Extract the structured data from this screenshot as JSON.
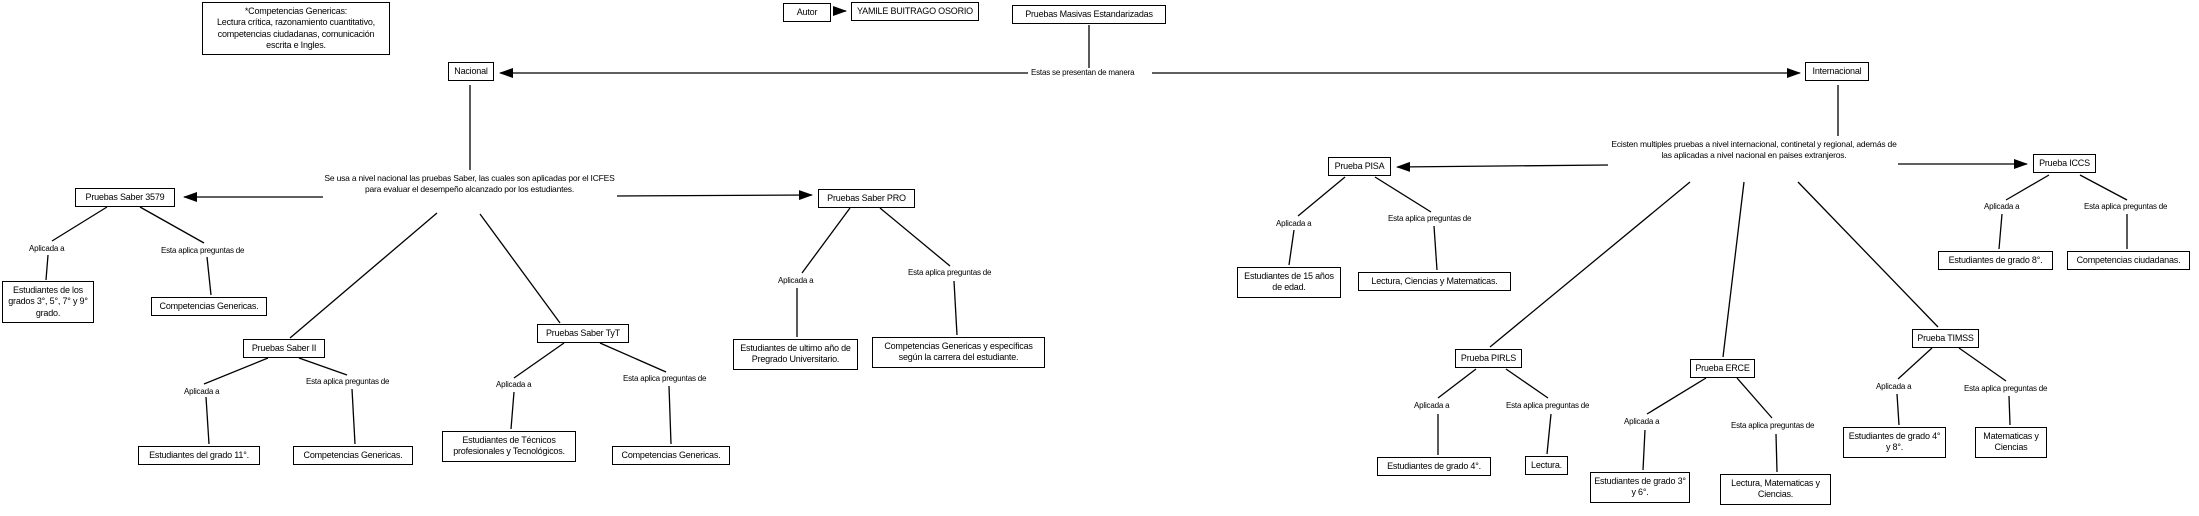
{
  "colors": {
    "ink": "#000000",
    "background": "#ffffff"
  },
  "note": "*Competencias Genericas:\nLectura crítica, razonamiento cuantitativo, competencias ciudadanas, comunicación escrita e Ingles.",
  "author": {
    "label": "Autor",
    "name": "YAMILE BUITRAGO OSORIO"
  },
  "root": "Pruebas Masivas Estandarizadas",
  "edge_labels": {
    "manner": "Estas se presentan de manera",
    "national_desc": "Se usa a nivel nacional las pruebas Saber, las cuales son aplicadas por el ICFES para evaluar el desempeño alcanzado por los estudiantes.",
    "international_desc": "Ecisten multiples pruebas a nivel internacional, continetal y regional, además de las aplicadas a nivel nacional en paises extranjeros.",
    "applied_to": "Aplicada a",
    "asks_about": "Esta aplica preguntas de"
  },
  "nodes": {
    "nacional": "Nacional",
    "internacional": "Internacional",
    "saber_3579": "Pruebas Saber 3579",
    "saber_3579_applied": "Estudiantes de los grados 3°, 5°, 7° y 9° grado.",
    "saber_3579_asks": "Competencias Genericas.",
    "saber_11": "Pruebas Saber II",
    "saber_11_applied": "Estudiantes del grado 11°.",
    "saber_11_asks": "Competencias Genericas.",
    "saber_tyt": "Pruebas Saber TyT",
    "saber_tyt_applied": "Estudiantes de Técnicos profesionales y Tecnológicos.",
    "saber_tyt_asks": "Competencias Genericas.",
    "saber_pro": "Pruebas Saber PRO",
    "saber_pro_applied": "Estudiantes de ultimo año de Pregrado Universitario.",
    "saber_pro_asks": "Competencias Genericas y específicas según la carrera del estudiante.",
    "pisa": "Prueba PISA",
    "pisa_applied": "Estudiantes de 15 años de edad.",
    "pisa_asks": "Lectura, Ciencias y Matematicas.",
    "iccs": "Prueba ICCS",
    "iccs_applied": "Estudiantes de grado 8°.",
    "iccs_asks": "Competencias ciudadanas.",
    "pirls": "Prueba PIRLS",
    "pirls_applied": "Estudiantes de grado 4°.",
    "pirls_asks": "Lectura.",
    "erce": "Prueba ERCE",
    "erce_applied": "Estudiantes de grado 3° y 6°.",
    "erce_asks": "Lectura, Matematicas y Ciencias.",
    "timss": "Prueba TIMSS",
    "timss_applied": "Estudiantes de grado 4° y 8°.",
    "timss_asks": "Matematicas y Ciencias"
  }
}
